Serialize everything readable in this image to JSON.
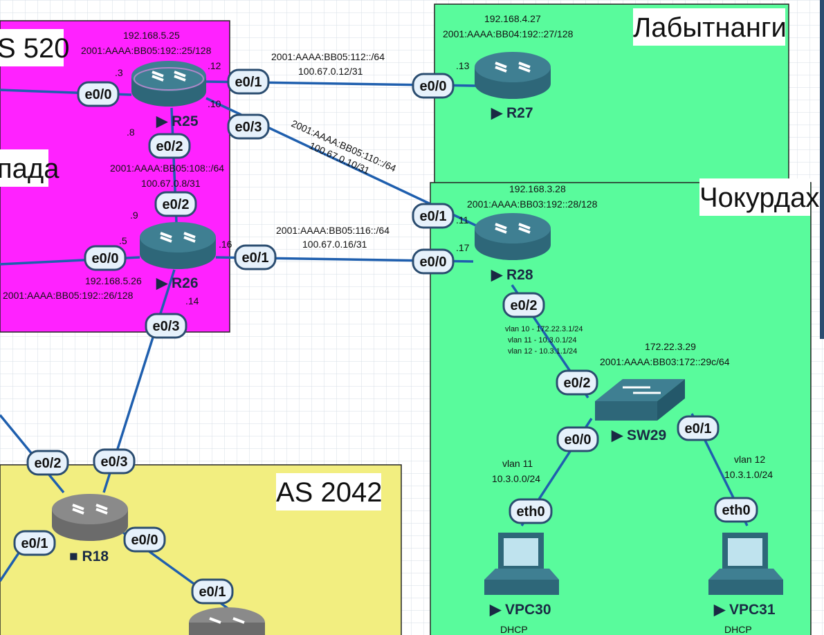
{
  "regions": {
    "as520": {
      "title": "S 520",
      "subtitle": "пада",
      "color": "#ff22ff"
    },
    "labytnangi": {
      "title": "Лабытнанги",
      "color": "#59fb9c"
    },
    "chokurdakh": {
      "title": "Чокурдах",
      "color": "#59fb9c"
    },
    "as2042": {
      "title": "AS 2042",
      "color": "#f2ee80"
    }
  },
  "devices": {
    "r25": {
      "name": "R25",
      "loopback_v4": "192.168.5.25",
      "loopback_v6": "2001:AAAA:BB05:192::25/128"
    },
    "r26": {
      "name": "R26",
      "loopback_v4": "192.168.5.26",
      "loopback_v6": "2001:AAAA:BB05:192::26/128"
    },
    "r27": {
      "name": "R27",
      "loopback_v4": "192.168.4.27",
      "loopback_v6": "2001:AAAA:BB04:192::27/128"
    },
    "r28": {
      "name": "R28",
      "loopback_v4": "192.168.3.28",
      "loopback_v6": "2001:AAAA:BB03:192::28/128"
    },
    "r18": {
      "name": "R18"
    },
    "sw29": {
      "name": "SW29",
      "mgmt_v4": "172.22.3.29",
      "mgmt_v6": "2001:AAAA:BB03:172::29c/64"
    },
    "vpc30": {
      "name": "VPC30",
      "note": "DHCP"
    },
    "vpc31": {
      "name": "VPC31",
      "note": "DHCP"
    }
  },
  "ports": {
    "r25_e00": "e0/0",
    "r25_e01": "e0/1",
    "r25_e03": "e0/3",
    "r25_e02": "e0/2",
    "r26_e02": "e0/2",
    "r26_e00": "e0/0",
    "r26_e01": "e0/1",
    "r26_e03": "e0/3",
    "r27_e00": "e0/0",
    "r28_e01": "e0/1",
    "r28_e00": "e0/0",
    "r28_e02": "e0/2",
    "sw29_e02": "e0/2",
    "sw29_e00": "e0/0",
    "sw29_e01": "e0/1",
    "vpc30_eth0": "eth0",
    "vpc31_eth0": "eth0",
    "r18_e02": "e0/2",
    "r18_e03": "e0/3",
    "r18_e01": "e0/1",
    "r18_e00": "e0/0",
    "r19_e01": "e0/1"
  },
  "host_octets": {
    "r25_a": ".3",
    "r25_b": ".12",
    "r25_c": ".10",
    "r25_d": ".8",
    "r26_a": ".9",
    "r26_b": ".5",
    "r26_c": ".16",
    "r26_d": ".14",
    "r27_a": ".13",
    "r28_a": ".11",
    "r28_b": ".17"
  },
  "links": {
    "r25_r27": {
      "v6": "2001:AAAA:BB05:112::/64",
      "v4": "100.67.0.12/31"
    },
    "r25_r28": {
      "v6": "2001:AAAA:BB05:110::/64",
      "v4": "100.67.0.10/31"
    },
    "r25_r26": {
      "v6": "2001:AAAA:BB05:108::/64",
      "v4": "100.67.0.8/31"
    },
    "r26_r28": {
      "v6": "2001:AAAA:BB05:116::/64",
      "v4": "100.67.0.16/31"
    }
  },
  "vlans": {
    "r28_sub": [
      "vlan 10 - 172.22.3.1/24",
      "vlan 11 - 10.3.0.1/24",
      "vlan 12 - 10.3.1.1/24"
    ],
    "vpc30": {
      "name": "vlan 11",
      "net": "10.3.0.0/24"
    },
    "vpc31": {
      "name": "vlan 12",
      "net": "10.3.1.0/24"
    }
  },
  "colors": {
    "link": "#1f5fae",
    "port_fill": "#e6f1fb",
    "port_stroke": "#2b4d70",
    "router_body": "#2e6779",
    "router_body_off": "#6b6b6b"
  }
}
